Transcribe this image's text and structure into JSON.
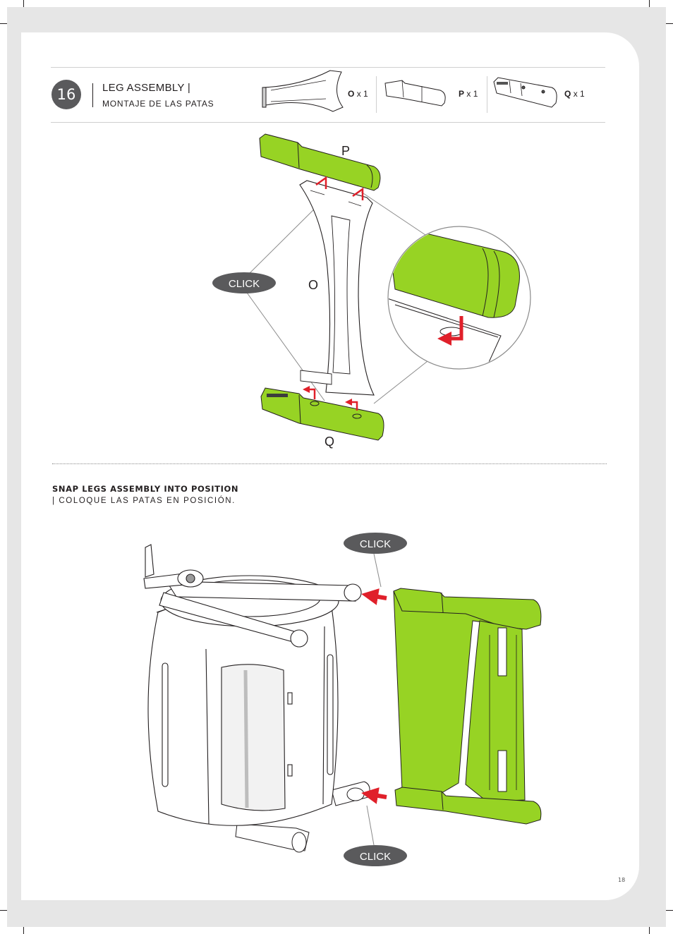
{
  "step": {
    "number": "16",
    "title_en": "LEG ASSEMBLY",
    "title_sep": "|",
    "title_es": "MONTAJE DE LAS PATAS"
  },
  "parts": [
    {
      "letter": "O",
      "qty": "x 1"
    },
    {
      "letter": "P",
      "qty": "x 1"
    },
    {
      "letter": "Q",
      "qty": "x 1"
    }
  ],
  "diagram1": {
    "label_p": "P",
    "label_o": "O",
    "label_q": "Q",
    "click": "CLICK"
  },
  "instruction": {
    "en": "SNAP LEGS ASSEMBLY INTO POSITION",
    "es": "| COLOQUE LAS PATAS EN POSICIÓN."
  },
  "diagram2": {
    "click_top": "CLICK",
    "click_bottom": "CLICK"
  },
  "page_number": "18",
  "colors": {
    "part_green": "#97d324",
    "arrow_red": "#e0202a",
    "badge_gray": "#5a5a5c"
  }
}
